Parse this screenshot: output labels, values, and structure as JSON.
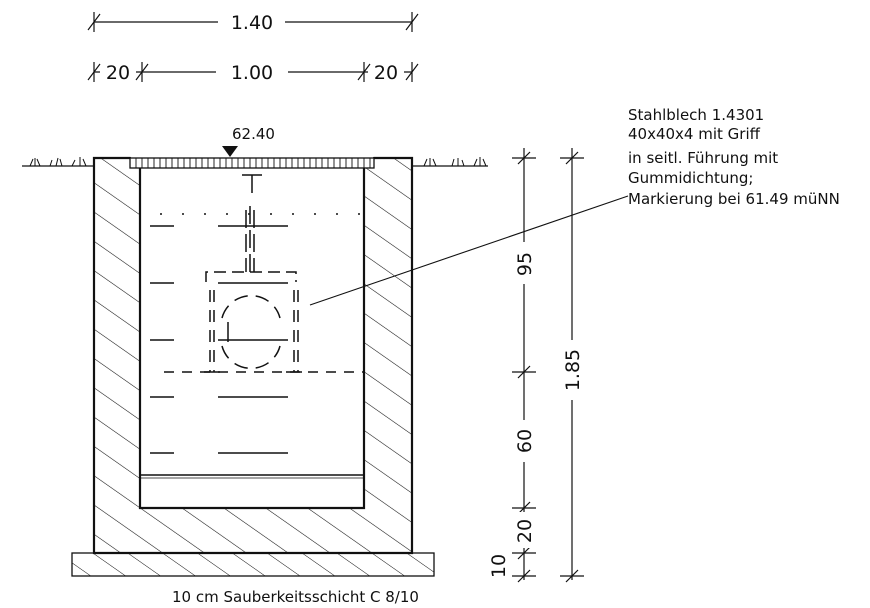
{
  "dimensions_top": {
    "total_width": "1.40",
    "left_wall": "20",
    "inner_width": "1.00",
    "right_wall": "20"
  },
  "level_mark": "62.40",
  "dimensions_right": {
    "upper_section": "95",
    "middle_section": "60",
    "base_slab": "20",
    "blinding": "10",
    "total_height": "1.85"
  },
  "annotation": {
    "lines": [
      "Stahlblech 1.4301",
      "40x40x4 mit Griff",
      "in seitl. Führung mit",
      "Gummidichtung;",
      "Markierung bei 61.49 müNN"
    ]
  },
  "bottom_note": "10 cm Sauberkeitsschicht C 8/10"
}
